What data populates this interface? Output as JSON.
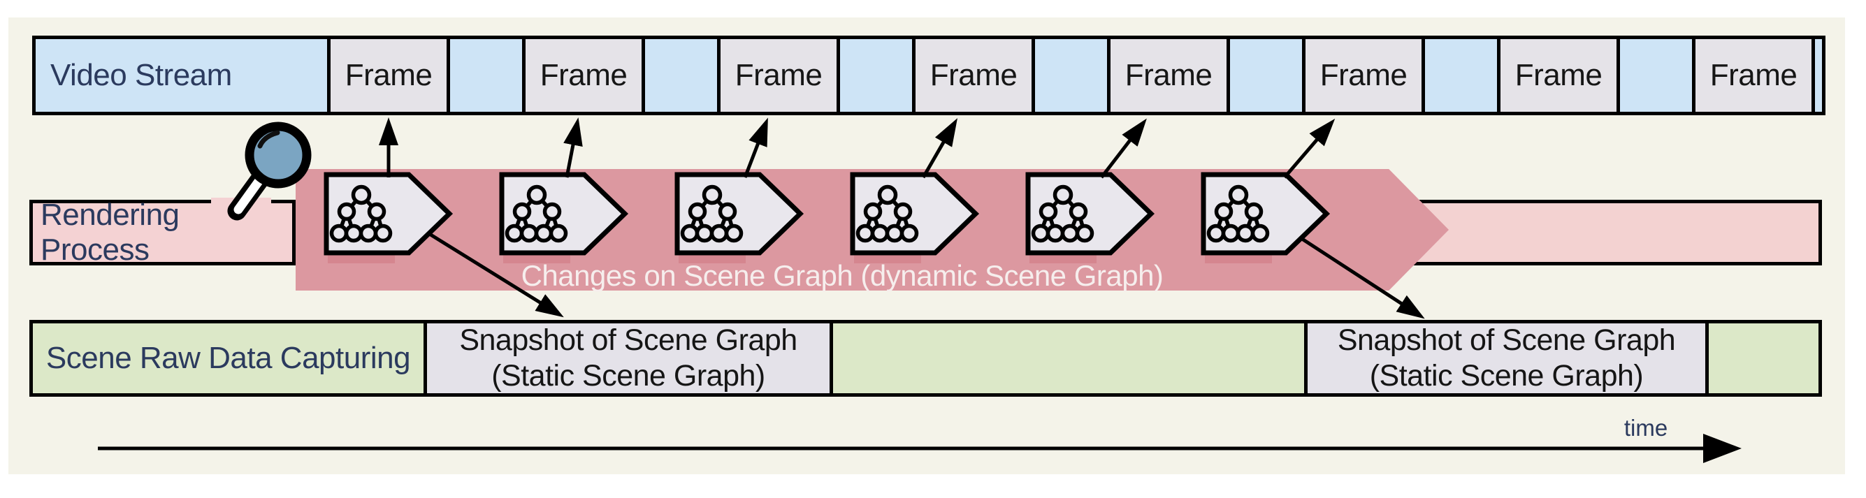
{
  "video_stream": {
    "label": "Video Stream",
    "frame_label": "Frame",
    "frame_count": 8
  },
  "rendering": {
    "label": "Rendering Process",
    "band_text": "Changes on Scene Graph (dynamic Scene Graph)"
  },
  "capturing": {
    "label": "Scene Raw Data Capturing",
    "snapshot_line1": "Snapshot of Scene Graph",
    "snapshot_line2": "(Static Scene Graph)",
    "snapshot_count": 2
  },
  "timeline": {
    "label": "time"
  },
  "icons": {
    "magnifier": "magnifier-icon",
    "scene_graph": "scene-graph-tree-icon"
  },
  "colors": {
    "cream": "#f4f3e9",
    "stream_blue": "#cee4f6",
    "frame_gray": "#e5e3e8",
    "band_pink": "#dc98a0",
    "band_light_pink": "#f3d2d1",
    "label_pink": "#f4d2d3",
    "shadow_pink": "#d5868f",
    "pentagon_gray": "#e9e7ed",
    "capture_green": "#dce8c8",
    "snapshot_gray": "#e4e2e9",
    "text_navy": "#2b3a5e",
    "band_text": "#f6eeed",
    "lens_blue": "#7ba5c2",
    "line": "#000000"
  }
}
